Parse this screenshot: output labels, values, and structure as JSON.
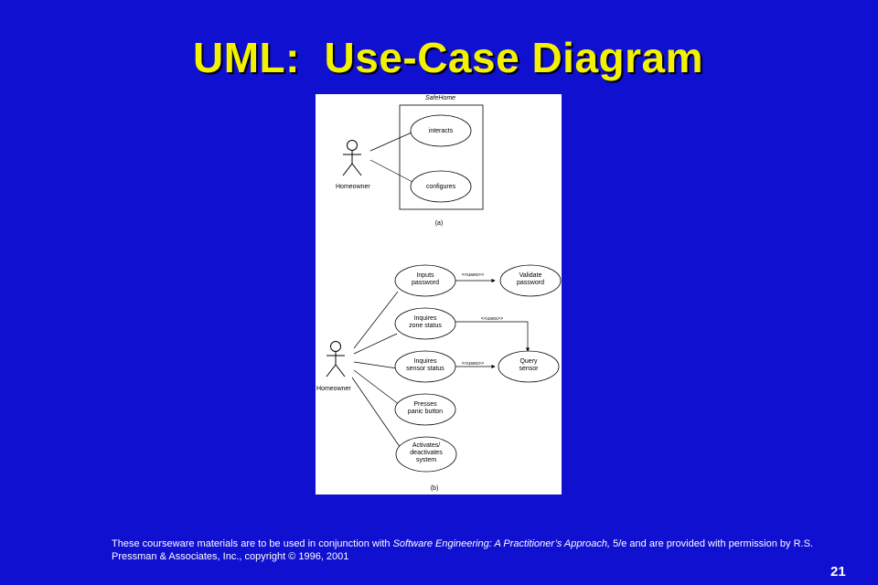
{
  "slide": {
    "title": "UML:  Use-Case Diagram",
    "number": "21"
  },
  "diagram_a": {
    "system_name": "SafeHome",
    "actor": "Homeowner",
    "use_cases": [
      {
        "lines": [
          "interacts"
        ]
      },
      {
        "lines": [
          "configures"
        ]
      }
    ],
    "caption": "(a)"
  },
  "diagram_b": {
    "actor": "Homeowner",
    "use_cases": [
      {
        "lines": [
          "Inputs",
          "password"
        ]
      },
      {
        "lines": [
          "Inquires",
          "zone status"
        ]
      },
      {
        "lines": [
          "Inquires",
          "sensor status"
        ]
      },
      {
        "lines": [
          "Presses",
          "panic button"
        ]
      },
      {
        "lines": [
          "Activates/",
          "deactivates",
          "system"
        ]
      }
    ],
    "included": [
      {
        "lines": [
          "Validate",
          "password"
        ]
      },
      {
        "lines": [
          "Query",
          "sensor"
        ]
      }
    ],
    "relation_label": "<<uses>>",
    "caption": "(b)"
  },
  "footer": {
    "text_before": "These courseware materials are to be used in conjunction with ",
    "book_title": "Software Engineering: A Practitioner’s Approach,",
    "text_after": " 5/e and are provided with permission by R.S. Pressman & Associates, Inc., copyright © 1996, 2001"
  }
}
